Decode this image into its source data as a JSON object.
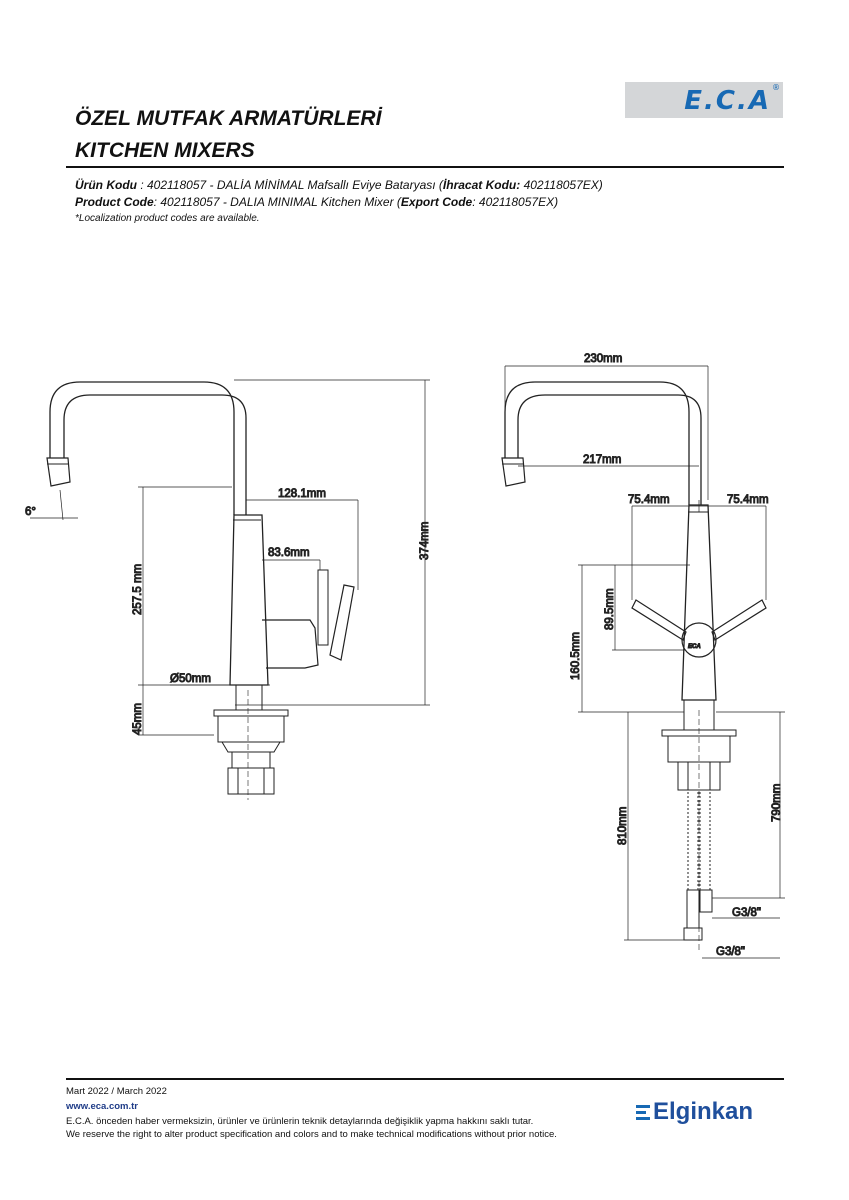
{
  "header": {
    "logo_text": "E.C.A",
    "logo_mark": "®",
    "title_tr": "ÖZEL MUTFAK ARMATÜRLERİ",
    "title_en": "KITCHEN MIXERS"
  },
  "product": {
    "tr_label": "Ürün Kodu",
    "tr_value": "     : 402118057 - DALİA MİNİMAL Mafsallı Eviye Bataryası (",
    "tr_export_label": "İhracat Kodu:",
    "tr_export_value": " 402118057EX)",
    "en_label": "Product Code",
    "en_value": ": 402118057 - DALIA MINIMAL Kitchen Mixer (",
    "en_export_label": "Export Code",
    "en_export_value": ": 402118057EX)",
    "note": "*Localization product codes are available."
  },
  "dimensions": {
    "angle": "6°",
    "d_128": "128.1mm",
    "d_83": "83.6mm",
    "d_257": "257.5 mm",
    "d_374": "374mm",
    "d_50": "Ø50mm",
    "d_45": "45mm",
    "d_230": "230mm",
    "d_217": "217mm",
    "d_75a": "75.4mm",
    "d_75b": "75.4mm",
    "d_89": "89.5mm",
    "d_160": "160.5mm",
    "d_810": "810mm",
    "d_790": "790mm",
    "g1": "G3/8\"",
    "g2": "G3/8\"",
    "badge": "ECA"
  },
  "footer": {
    "date": "Mart 2022 / March 2022",
    "website": "www.eca.com.tr",
    "disclaimer_tr": "E.C.A. önceden haber vermeksizin, ürünler ve ürünlerin teknik detaylarında değişiklik yapma hakkını saklı tutar.",
    "disclaimer_en": "We reserve the right to alter product specification and colors and to make technical modifications without prior notice.",
    "brand": "Elginkan"
  },
  "colors": {
    "eca_blue": "#1769b4",
    "elginkan_blue": "#1f4f9c",
    "logo_bg": "#d4d6d8"
  }
}
